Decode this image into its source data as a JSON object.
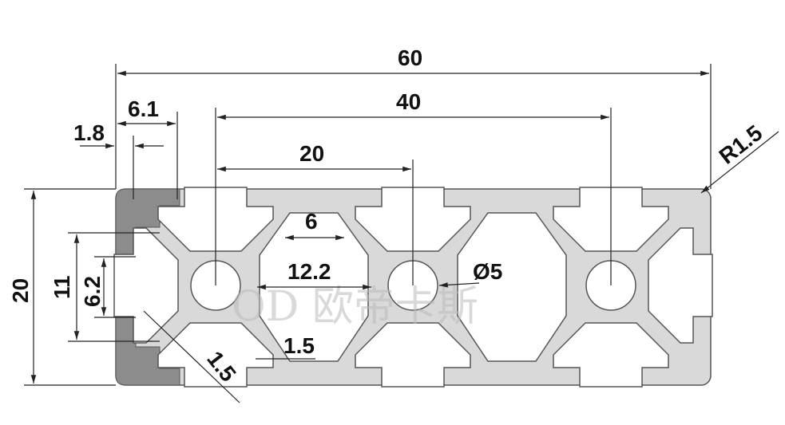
{
  "drawing": {
    "title": "2060 aluminium extrusion profile dimensions",
    "colors": {
      "profile": "#d9d9d9",
      "end_face": "#8c8c8c",
      "outline": "#555555",
      "lines": "#222222"
    },
    "dimensions": {
      "overall_width": "60",
      "hole_span_outer": "40",
      "hole_pitch": "20",
      "slot_depth": "6.1",
      "lip_thickness": "1.8",
      "corner_radius": "R1.5",
      "slot_opening": "6",
      "inner_width": "12.2",
      "hole_diameter": "Ø5",
      "height": "20",
      "slot_inner": "11",
      "slot_opening_side": "6.2",
      "web_thickness_a": "1.5",
      "web_thickness_b": "1.5"
    },
    "watermark": "OD 欧帝卡斯"
  }
}
